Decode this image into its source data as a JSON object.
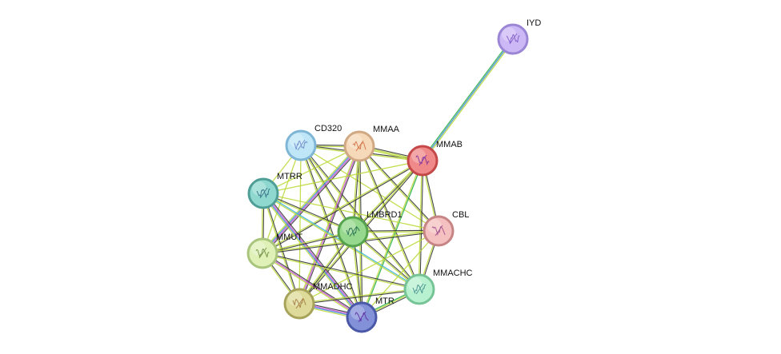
{
  "nodes": [
    {
      "id": "IYD",
      "label": "IYD",
      "fill": "#ccb8f5",
      "stroke": "#9b86d6",
      "glyph": "#7a54c7"
    },
    {
      "id": "CD320",
      "label": "CD320",
      "fill": "#bfe6f7",
      "stroke": "#7fb6d6",
      "glyph": "#6a86c7"
    },
    {
      "id": "MMAA",
      "label": "MMAA",
      "fill": "#f6d9b8",
      "stroke": "#d1a884",
      "glyph": "#d0693b"
    },
    {
      "id": "MMAB",
      "label": "MMAB",
      "fill": "#f08a8a",
      "stroke": "#c44848",
      "glyph": "#7a2a9a"
    },
    {
      "id": "MTRR",
      "label": "MTRR",
      "fill": "#8fd8d0",
      "stroke": "#4e9e96",
      "glyph": "#2a6a80"
    },
    {
      "id": "LMBRD1",
      "label": "LMBRD1",
      "fill": "#96d98e",
      "stroke": "#55a34c",
      "glyph": "#1f6a4a"
    },
    {
      "id": "CBL",
      "label": "CBL",
      "fill": "#f4c0c0",
      "stroke": "#c78484",
      "glyph": "#a04a8a"
    },
    {
      "id": "MMUT",
      "label": "MMUT",
      "fill": "#dff1b7",
      "stroke": "#a9c47c",
      "glyph": "#6a8a3a"
    },
    {
      "id": "MMACHC",
      "label": "MMACHC",
      "fill": "#b8f1cf",
      "stroke": "#76c496",
      "glyph": "#3a8a8a"
    },
    {
      "id": "MMADHC",
      "label": "MMADHC",
      "fill": "#dedb9a",
      "stroke": "#a8a35a",
      "glyph": "#a0783a"
    },
    {
      "id": "MTR",
      "label": "MTR",
      "fill": "#8391d9",
      "stroke": "#4a58a8",
      "glyph": "#5a2aa0"
    }
  ],
  "edges": [
    {
      "source": "IYD",
      "target": "MMAB",
      "colors": [
        "#b8d834",
        "#3f8ad6",
        "#2db04d"
      ]
    },
    {
      "source": "CD320",
      "target": "MMAA",
      "colors": [
        "#333333",
        "#b8d834"
      ]
    },
    {
      "source": "CD320",
      "target": "MMAB",
      "colors": [
        "#333333",
        "#b8d834"
      ]
    },
    {
      "source": "CD320",
      "target": "MTRR",
      "colors": [
        "#b8d834"
      ]
    },
    {
      "source": "CD320",
      "target": "LMBRD1",
      "colors": [
        "#333333",
        "#b8d834"
      ]
    },
    {
      "source": "CD320",
      "target": "MMUT",
      "colors": [
        "#b8d834"
      ]
    },
    {
      "source": "CD320",
      "target": "MMACHC",
      "colors": [
        "#333333",
        "#b8d834"
      ]
    },
    {
      "source": "CD320",
      "target": "MMADHC",
      "colors": [
        "#b8d834"
      ]
    },
    {
      "source": "CD320",
      "target": "MTR",
      "colors": [
        "#333333",
        "#b8d834"
      ]
    },
    {
      "source": "CD320",
      "target": "CBL",
      "colors": [
        "#b8d834"
      ]
    },
    {
      "source": "MMAA",
      "target": "MMAB",
      "colors": [
        "#333333",
        "#b8d834",
        "#b8d834"
      ]
    },
    {
      "source": "MMAA",
      "target": "MTRR",
      "colors": [
        "#b8d834"
      ]
    },
    {
      "source": "MMAA",
      "target": "LMBRD1",
      "colors": [
        "#333333",
        "#b8d834"
      ]
    },
    {
      "source": "MMAA",
      "target": "CBL",
      "colors": [
        "#333333",
        "#b8d834"
      ]
    },
    {
      "source": "MMAA",
      "target": "MMUT",
      "colors": [
        "#333333",
        "#c54fd1",
        "#3f8ad6",
        "#b8d834"
      ]
    },
    {
      "source": "MMAA",
      "target": "MMACHC",
      "colors": [
        "#333333",
        "#b8d834"
      ]
    },
    {
      "source": "MMAA",
      "target": "MMADHC",
      "colors": [
        "#333333",
        "#c54fd1",
        "#b8d834"
      ]
    },
    {
      "source": "MMAA",
      "target": "MTR",
      "colors": [
        "#333333",
        "#b8d834"
      ]
    },
    {
      "source": "MMAB",
      "target": "MTRR",
      "colors": [
        "#b8d834"
      ]
    },
    {
      "source": "MMAB",
      "target": "LMBRD1",
      "colors": [
        "#333333",
        "#b8d834"
      ]
    },
    {
      "source": "MMAB",
      "target": "CBL",
      "colors": [
        "#333333",
        "#b8d834"
      ]
    },
    {
      "source": "MMAB",
      "target": "MMUT",
      "colors": [
        "#333333",
        "#b8d834"
      ]
    },
    {
      "source": "MMAB",
      "target": "MMACHC",
      "colors": [
        "#333333",
        "#b8d834"
      ]
    },
    {
      "source": "MMAB",
      "target": "MMADHC",
      "colors": [
        "#333333",
        "#b8d834"
      ]
    },
    {
      "source": "MMAB",
      "target": "MTR",
      "colors": [
        "#2db04d",
        "#b8d834"
      ]
    },
    {
      "source": "MTRR",
      "target": "LMBRD1",
      "colors": [
        "#333333",
        "#b8d834"
      ]
    },
    {
      "source": "MTRR",
      "target": "MMUT",
      "colors": [
        "#333333",
        "#b8d834"
      ]
    },
    {
      "source": "MTRR",
      "target": "MMACHC",
      "colors": [
        "#3fb6d6",
        "#b8d834"
      ]
    },
    {
      "source": "MTRR",
      "target": "MMADHC",
      "colors": [
        "#333333",
        "#b8d834"
      ]
    },
    {
      "source": "MTRR",
      "target": "MTR",
      "colors": [
        "#333333",
        "#c54fd1",
        "#3f8ad6",
        "#b8d834"
      ]
    },
    {
      "source": "MTRR",
      "target": "CBL",
      "colors": [
        "#b8d834"
      ]
    },
    {
      "source": "LMBRD1",
      "target": "CBL",
      "colors": [
        "#333333",
        "#b8d834"
      ]
    },
    {
      "source": "LMBRD1",
      "target": "MMUT",
      "colors": [
        "#333333",
        "#b8d834"
      ]
    },
    {
      "source": "LMBRD1",
      "target": "MMACHC",
      "colors": [
        "#333333",
        "#b8d834"
      ]
    },
    {
      "source": "LMBRD1",
      "target": "MMADHC",
      "colors": [
        "#333333",
        "#b8d834"
      ]
    },
    {
      "source": "LMBRD1",
      "target": "MTR",
      "colors": [
        "#333333",
        "#b8d834"
      ]
    },
    {
      "source": "CBL",
      "target": "MMUT",
      "colors": [
        "#333333",
        "#b8d834"
      ]
    },
    {
      "source": "CBL",
      "target": "MMACHC",
      "colors": [
        "#333333",
        "#b8d834"
      ]
    },
    {
      "source": "CBL",
      "target": "MMADHC",
      "colors": [
        "#b8d834"
      ]
    },
    {
      "source": "CBL",
      "target": "MTR",
      "colors": [
        "#b8d834"
      ]
    },
    {
      "source": "MMUT",
      "target": "MMACHC",
      "colors": [
        "#333333",
        "#b8d834"
      ]
    },
    {
      "source": "MMUT",
      "target": "MMADHC",
      "colors": [
        "#333333",
        "#b8d834"
      ]
    },
    {
      "source": "MMUT",
      "target": "MTR",
      "colors": [
        "#333333",
        "#c54fd1",
        "#b8d834"
      ]
    },
    {
      "source": "MMACHC",
      "target": "MMADHC",
      "colors": [
        "#333333",
        "#b8d834"
      ]
    },
    {
      "source": "MMACHC",
      "target": "MTR",
      "colors": [
        "#333333",
        "#b8d834",
        "#2db04d"
      ]
    },
    {
      "source": "MMADHC",
      "target": "MTR",
      "colors": [
        "#333333",
        "#c54fd1",
        "#3f8ad6",
        "#b8d834"
      ]
    }
  ]
}
